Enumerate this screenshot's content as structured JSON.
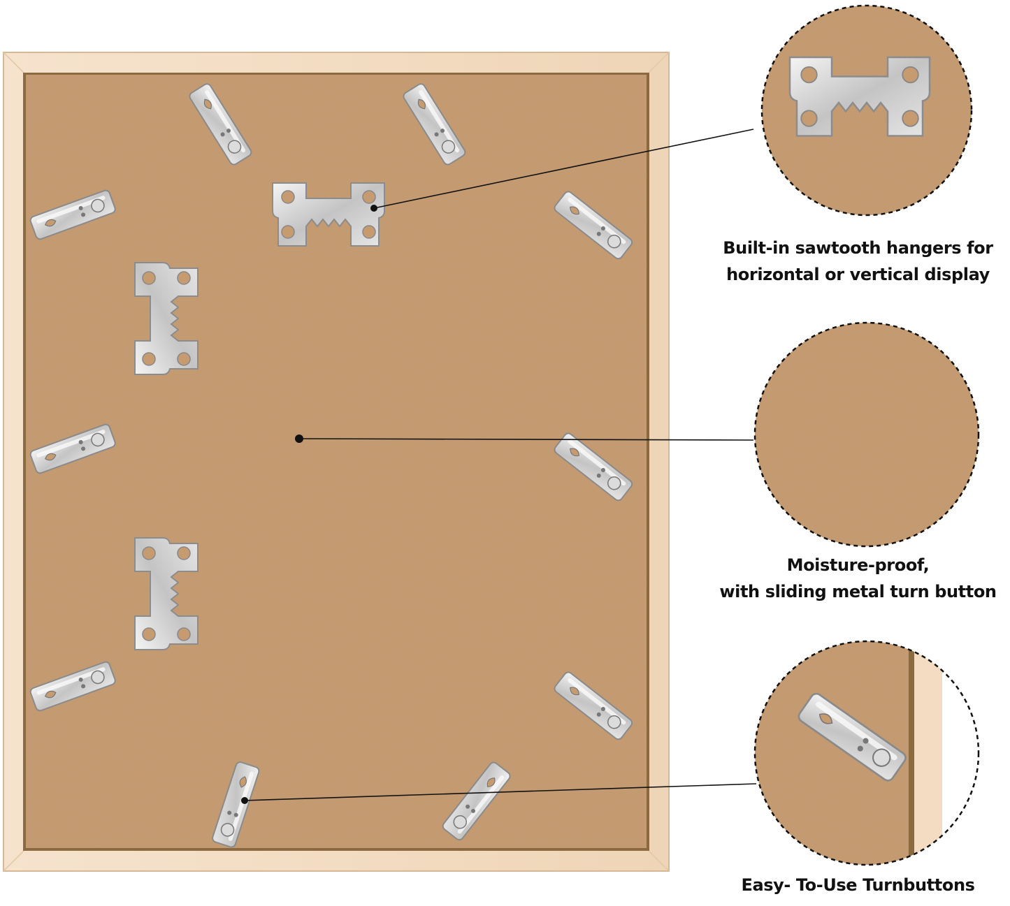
{
  "colors": {
    "frame_wood": "#f3dcc2",
    "frame_edge": "#caa47e",
    "backboard": "#c79b70",
    "backboard_speckle": "#a77a50",
    "metal": "#c9c9c9",
    "metal_light": "#efefef",
    "metal_dark": "#8c8c8c",
    "leader_line": "#111111",
    "dashed_circle": "#111111",
    "caption_text": "#111111"
  },
  "callouts": [
    {
      "id": "sawtooth",
      "lines": [
        "Built-in sawtooth hangers for",
        "horizontal or vertical display"
      ]
    },
    {
      "id": "moisture",
      "lines": [
        "Moisture-proof,",
        "with sliding metal turn button"
      ]
    },
    {
      "id": "turnbuttons",
      "lines": [
        "Easy- To-Use Turnbuttons"
      ]
    }
  ]
}
